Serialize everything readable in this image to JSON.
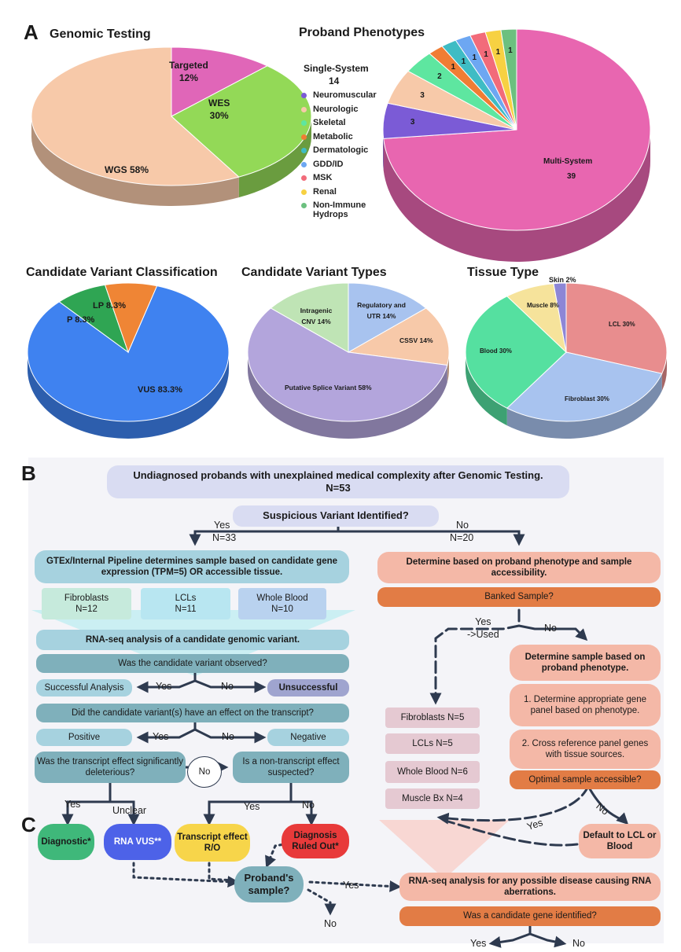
{
  "panels": {
    "a": "A",
    "b": "B",
    "c": "C"
  },
  "genomic_testing": {
    "title": "Genomic Testing",
    "slices": [
      {
        "label": "WGS 58%",
        "value": 58,
        "color": "#f7c9a9"
      },
      {
        "label": "Targeted\n12%",
        "value": 12,
        "color": "#e066b8"
      },
      {
        "label": "WES\n30%",
        "value": 30,
        "color": "#93d957"
      }
    ]
  },
  "proband_phenotypes": {
    "title": "Proband Phenotypes",
    "single_system_label": "Single-System",
    "single_system_count": "14",
    "legend": [
      {
        "name": "Neuromuscular",
        "color": "#7b5bd6"
      },
      {
        "name": "Neurologic",
        "color": "#f7c9a9"
      },
      {
        "name": "Skeletal",
        "color": "#5ee6a0"
      },
      {
        "name": "Metabolic",
        "color": "#f07d34"
      },
      {
        "name": "Dermatologic",
        "color": "#3fbcc4"
      },
      {
        "name": "GDD/ID",
        "color": "#6da7f2"
      },
      {
        "name": "MSK",
        "color": "#f26b7a"
      },
      {
        "name": "Renal",
        "color": "#f7d142"
      },
      {
        "name": "Non-Immune Hydrops",
        "color": "#6cc07f"
      }
    ],
    "slice_labels": [
      "3",
      "3",
      "2",
      "1",
      "1",
      "1",
      "1",
      "1",
      "1"
    ],
    "multi_system_label": "Multi-System",
    "multi_system_count": "39"
  },
  "candidate_variant_classification": {
    "title": "Candidate Variant Classification",
    "slices": [
      {
        "label": "VUS 83.3%",
        "value": 83.3,
        "color": "#3f82f0"
      },
      {
        "label": "P 8.3%",
        "value": 8.3,
        "color": "#2fa553"
      },
      {
        "label": "LP 8.3%",
        "value": 8.3,
        "color": "#ef8535"
      }
    ]
  },
  "candidate_variant_types": {
    "title": "Candidate Variant Types",
    "slices": [
      {
        "label": "Putative Splice Variant 58%",
        "value": 58,
        "color": "#b3a5dc"
      },
      {
        "label": "Intragenic CNV 14%",
        "value": 14,
        "color": "#bfe4b5"
      },
      {
        "label": "Regulatory and UTR 14%",
        "value": 14,
        "color": "#a8c3ef"
      },
      {
        "label": "CSSV 14%",
        "value": 14,
        "color": "#f7c9a9"
      }
    ]
  },
  "tissue_type": {
    "title": "Tissue Type",
    "slices": [
      {
        "label": "Blood 30%",
        "value": 30,
        "color": "#55e0a0"
      },
      {
        "label": "Muscle 8%",
        "value": 8,
        "color": "#f6e39b"
      },
      {
        "label": "Skin 2%",
        "value": 2,
        "color": "#8d86d6"
      },
      {
        "label": "LCL 30%",
        "value": 30,
        "color": "#e88d8e"
      },
      {
        "label": "Fibroblast 30%",
        "value": 30,
        "color": "#a8c3ef"
      }
    ]
  },
  "flow": {
    "top": "Undiagnosed probands with unexplained medical complexity after Genomic Testing.",
    "top_n": "N=53",
    "suspicious": "Suspicious Variant Identified?",
    "yes": "Yes",
    "no": "No",
    "yes_n": "N=33",
    "no_n": "N=20",
    "gtex": "GTEx/Internal Pipeline determines sample based on candidate gene expression (TPM=5) OR accessible tissue.",
    "fibroblasts": "Fibroblasts",
    "fibroblasts_n": "N=12",
    "lcls": "LCLs",
    "lcls_n": "N=11",
    "whole_blood": "Whole Blood",
    "whole_blood_n": "N=10",
    "rnaseq_candidate": "RNA-seq analysis of a candidate genomic variant.",
    "observed_q": "Was the candidate variant observed?",
    "successful": "Successful Analysis",
    "unsuccessful": "Unsuccessful",
    "effect_q": "Did the candidate variant(s) have an effect on the transcript?",
    "positive": "Positive",
    "negative": "Negative",
    "deleterious_q": "Was the transcript effect significantly deleterious?",
    "nontranscript_q": "Is a non-transcript effect suspected?",
    "unclear": "Unclear",
    "diagnostic": "Diagnostic*",
    "rna_vus": "RNA VUS**",
    "transcript_ro": "Transcript effect R/O",
    "ruled_out": "Diagnosis Ruled Out*",
    "probands_sample": "Proband's sample?",
    "determine_pheno": "Determine based on proband phenotype and sample accessibility.",
    "banked": "Banked Sample?",
    "yes_used": "Yes\n->Used",
    "determine_sample": "Determine sample based on proband phenotype.",
    "step1": "1.  Determine appropriate gene panel based on phenotype.",
    "step2": "2. Cross reference panel genes with tissue sources.",
    "optimal": "Optimal sample accessible?",
    "fibro5": "Fibroblasts N=5",
    "lcl5": "LCLs N=5",
    "wb6": "Whole Blood  N=6",
    "muscle4": "Muscle Bx  N=4",
    "default_lcl": "Default to LCL or Blood",
    "rnaseq_any": "RNA-seq analysis for any possible disease causing RNA aberrations.",
    "candidate_gene_q": "Was a candidate gene identified?"
  }
}
